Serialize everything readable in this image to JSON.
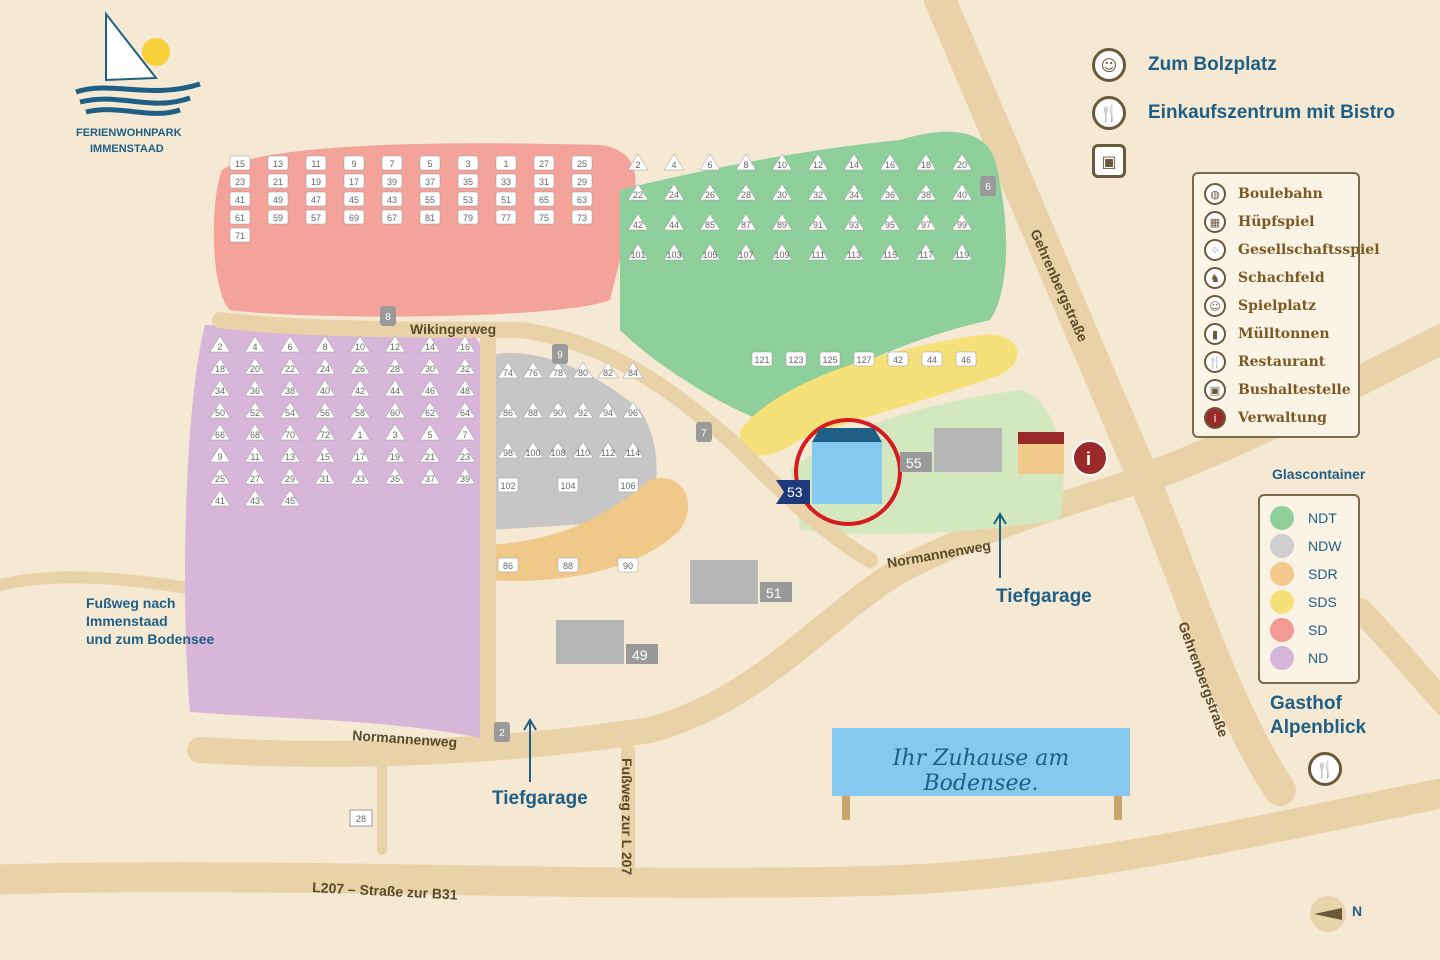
{
  "logo": {
    "line1": "FERIENWOHNPARK",
    "line2": "IMMENSTAAD"
  },
  "top_items": [
    {
      "icon": "bolzplatz-icon",
      "label": "Zum Bolzplatz"
    },
    {
      "icon": "restaurant-icon",
      "label": "Einkaufszentrum mit Bistro"
    },
    {
      "icon": "bus-icon",
      "label": ""
    }
  ],
  "legend": [
    {
      "icon": "boule-icon",
      "label": "Boulebahn"
    },
    {
      "icon": "hopscotch-icon",
      "label": "Hüpfspiel"
    },
    {
      "icon": "boardgame-icon",
      "label": "Gesellschaftsspiel"
    },
    {
      "icon": "chess-icon",
      "label": "Schachfeld"
    },
    {
      "icon": "playground-icon",
      "label": "Spielplatz"
    },
    {
      "icon": "trash-icon",
      "label": "Mülltonnen"
    },
    {
      "icon": "restaurant-icon",
      "label": "Restaurant"
    },
    {
      "icon": "bus-stop-icon",
      "label": "Bushaltestelle"
    },
    {
      "icon": "info-icon",
      "label": "Verwaltung"
    }
  ],
  "glascontainer": {
    "title": "Glascontainer",
    "items": [
      {
        "label": "NDT",
        "color": "#8fcf9b"
      },
      {
        "label": "NDW",
        "color": "#cfcfcf"
      },
      {
        "label": "SDR",
        "color": "#f3c98b"
      },
      {
        "label": "SDS",
        "color": "#f6e07a"
      },
      {
        "label": "SD",
        "color": "#f39a94"
      },
      {
        "label": "ND",
        "color": "#d5b6da"
      }
    ]
  },
  "places": {
    "gasthof_1": "Gasthof",
    "gasthof_2": "Alpenblick",
    "fussweg_1": "Fußweg nach",
    "fussweg_2": "Immenstaad",
    "fussweg_3": "und zum Bodensee",
    "tiefgarage_1": "Tiefgarage",
    "tiefgarage_2": "Tiefgarage"
  },
  "roads": {
    "wikingerweg": "Wikingerweg",
    "normannenweg_1": "Normannenweg",
    "normannenweg_2": "Normannenweg",
    "gehrenberg_1": "Gehrenbergstraße",
    "gehrenberg_2": "Gehrenbergstraße",
    "fussweg_l207": "Fußweg zur L 207",
    "l207": "L207 – Straße zur B31"
  },
  "buildings": {
    "b53": "53",
    "b55": "55",
    "b51": "51",
    "b49": "49"
  },
  "bins": [
    "8",
    "9",
    "7",
    "6",
    "2"
  ],
  "sign_text": "Ihr Zuhause am Bodensee.",
  "compass": "N",
  "zone_colors": {
    "sd": "#f3a39a",
    "nd": "#d7b6d9",
    "ndt": "#8fcf9b",
    "ndw": "#c6c6c6",
    "sdr": "#f0c98a",
    "sds": "#f6e07a",
    "road": "#ead2a8",
    "accent": "#d71920"
  },
  "houses": {
    "sd": [
      "15",
      "13",
      "11",
      "9",
      "7",
      "5",
      "3",
      "1",
      "27",
      "25",
      "23",
      "21",
      "19",
      "17",
      "39",
      "37",
      "35",
      "33",
      "31",
      "29",
      "41",
      "49",
      "47",
      "45",
      "43",
      "55",
      "53",
      "51",
      "65",
      "63",
      "61",
      "59",
      "57",
      "69",
      "67",
      "81",
      "79",
      "77",
      "75",
      "73",
      "71"
    ],
    "nd": [
      "2",
      "4",
      "6",
      "8",
      "10",
      "12",
      "14",
      "16",
      "18",
      "20",
      "22",
      "24",
      "26",
      "28",
      "30",
      "32",
      "34",
      "36",
      "38",
      "40",
      "42",
      "44",
      "46",
      "48",
      "50",
      "52",
      "54",
      "56",
      "58",
      "60",
      "62",
      "64",
      "66",
      "68",
      "70",
      "72",
      "1",
      "3",
      "5",
      "7",
      "9",
      "11",
      "13",
      "15",
      "17",
      "19",
      "21",
      "23",
      "25",
      "27",
      "29",
      "31",
      "33",
      "35",
      "37",
      "39",
      "41",
      "43",
      "45"
    ],
    "ndt": [
      "2",
      "4",
      "6",
      "8",
      "10",
      "12",
      "14",
      "16",
      "18",
      "20",
      "22",
      "24",
      "26",
      "28",
      "30",
      "32",
      "34",
      "36",
      "38",
      "40",
      "42",
      "44",
      "85",
      "87",
      "89",
      "91",
      "93",
      "95",
      "97",
      "99",
      "101",
      "103",
      "105",
      "107",
      "109",
      "111",
      "113",
      "115",
      "117",
      "119"
    ],
    "ndw": [
      "74",
      "76",
      "78",
      "80",
      "82",
      "84",
      "86",
      "88",
      "90",
      "92",
      "94",
      "96",
      "98",
      "100",
      "108",
      "110",
      "112",
      "114"
    ],
    "sdr": [
      "102",
      "104",
      "106",
      "86",
      "88",
      "90"
    ],
    "sds": [
      "121",
      "123",
      "125",
      "127",
      "42",
      "44",
      "46"
    ]
  },
  "parking_28": "28"
}
